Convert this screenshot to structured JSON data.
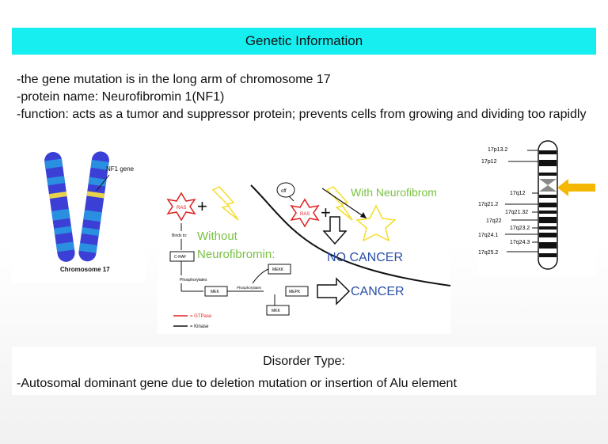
{
  "banner": {
    "title": "Genetic Information"
  },
  "info_lines": [
    "-the gene mutation is in the long arm of chromosome 17",
    "-protein name: Neurofibromin 1(NF1)",
    "-function: acts as a tumor and suppressor protein; prevents cells from growing and dividing too rapidly"
  ],
  "chromosome_figure": {
    "gene_label": "NF1 gene",
    "caption": "Chromosome 17"
  },
  "pathway": {
    "ras": "RAS",
    "off": "off",
    "with_label": "With Neurofibrom",
    "without_label_1": "Without",
    "without_label_2": "Neurofibromin:",
    "no_cancer": "NO CANCER",
    "cancer": "CANCER",
    "binds_to": "Binds to:",
    "craf": "C-RAF",
    "phosphorylates": "Phosphorylates",
    "mek": "MEK",
    "mekk": "MEKK",
    "mepk": "MEPK",
    "mkk": "MKK",
    "legend_gtpase": "= GTPase",
    "legend_kinase": "= Kinase"
  },
  "ideogram": {
    "labels": [
      "17p13.2",
      "17p12",
      "17q12",
      "17q21.2",
      "17q21.32",
      "17q22",
      "17q23.2",
      "17q24.1",
      "17q24.3",
      "17q25.2"
    ]
  },
  "disorder": {
    "title": "Disorder Type:",
    "line": "-Autosomal dominant gene due to deletion mutation or insertion of Alu element"
  },
  "colors": {
    "banner": "#17eef0",
    "arrow": "#f5b800",
    "gtpase": "#e02020",
    "kinase": "#111111",
    "label_green": "#7ac142",
    "label_blue": "#2a4fa8"
  }
}
